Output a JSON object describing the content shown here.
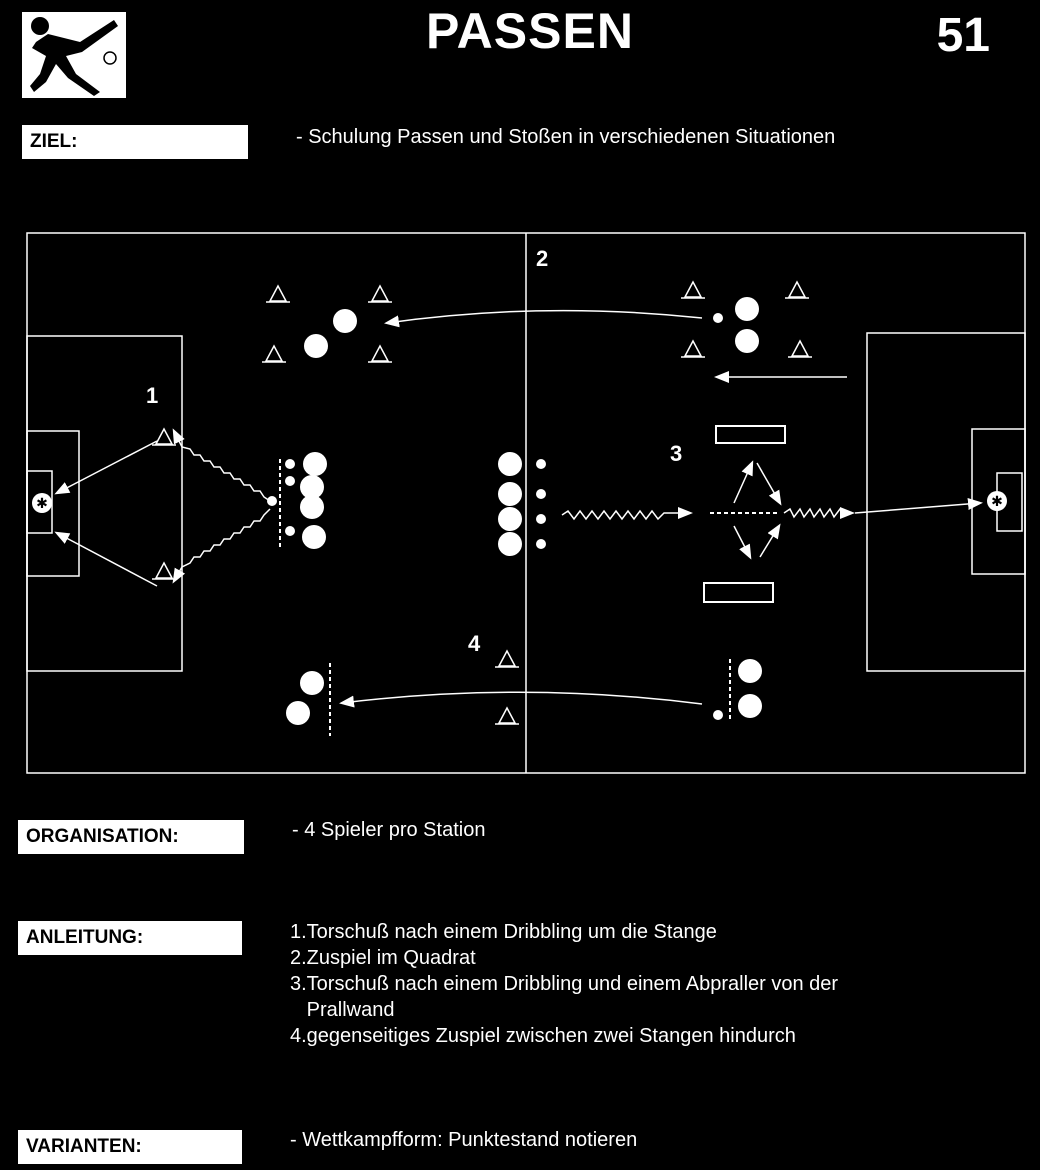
{
  "header": {
    "title": "PASSEN",
    "number": "51",
    "logo_icon": "soccer-player-kicking-icon"
  },
  "sections": {
    "ziel": {
      "label": "ZIEL:",
      "text": "- Schulung Passen und Stoßen in verschiedenen Situationen"
    },
    "organisation": {
      "label": "ORGANISATION:",
      "text": "- 4 Spieler pro Station"
    },
    "anleitung": {
      "label": "ANLEITUNG:",
      "lines": [
        "1.Torschuß nach einem Dribbling um die Stange",
        "2.Zuspiel im Quadrat",
        "3.Torschuß nach einem Dribbling und einem Abpraller von der",
        "   Prallwand",
        "4.gegenseitiges Zuspiel zwischen zwei Stangen hindurch"
      ]
    },
    "varianten": {
      "label": "VARIANTEN:",
      "text": "- Wettkampfform: Punktestand notieren"
    }
  },
  "diagram": {
    "station_labels": [
      "1",
      "2",
      "3",
      "4"
    ],
    "colors": {
      "background": "#000000",
      "lines": "#ffffff"
    }
  }
}
